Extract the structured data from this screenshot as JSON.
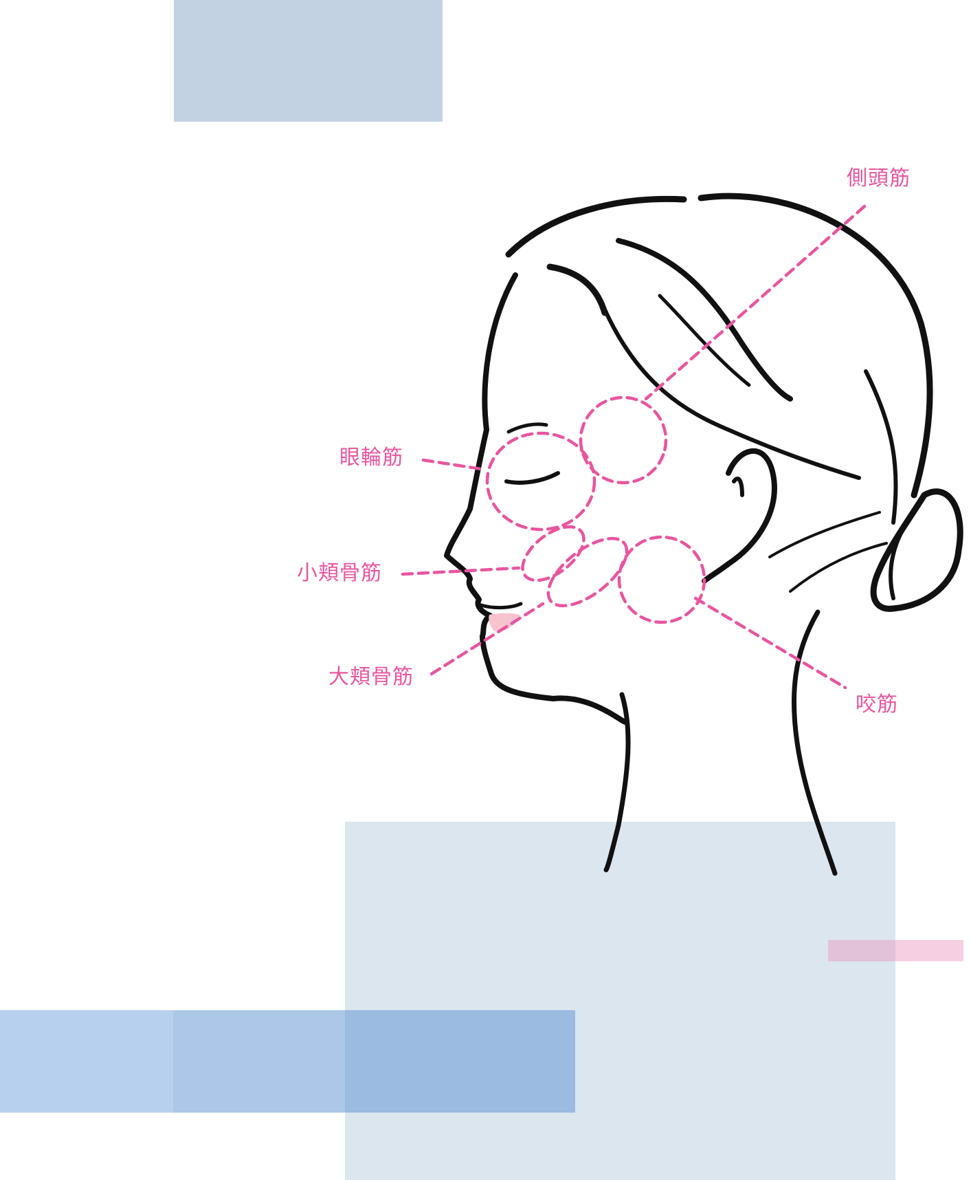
{
  "labels": {
    "temporalis": "側頭筋",
    "orbicularis_oculi": "眼輪筋",
    "zygomaticus_minor": "小頬骨筋",
    "zygomaticus_major": "大頬骨筋",
    "masseter": "咬筋"
  },
  "colors": {
    "accent_pink": "#e8559f",
    "line_black": "#111111",
    "lip_pink": "#f6c3cf",
    "block_top": "#c2d2e2",
    "block_large": "#dbe6ef",
    "block_blue": "#9fc3e7",
    "block_pink": "#f2b6cf"
  }
}
